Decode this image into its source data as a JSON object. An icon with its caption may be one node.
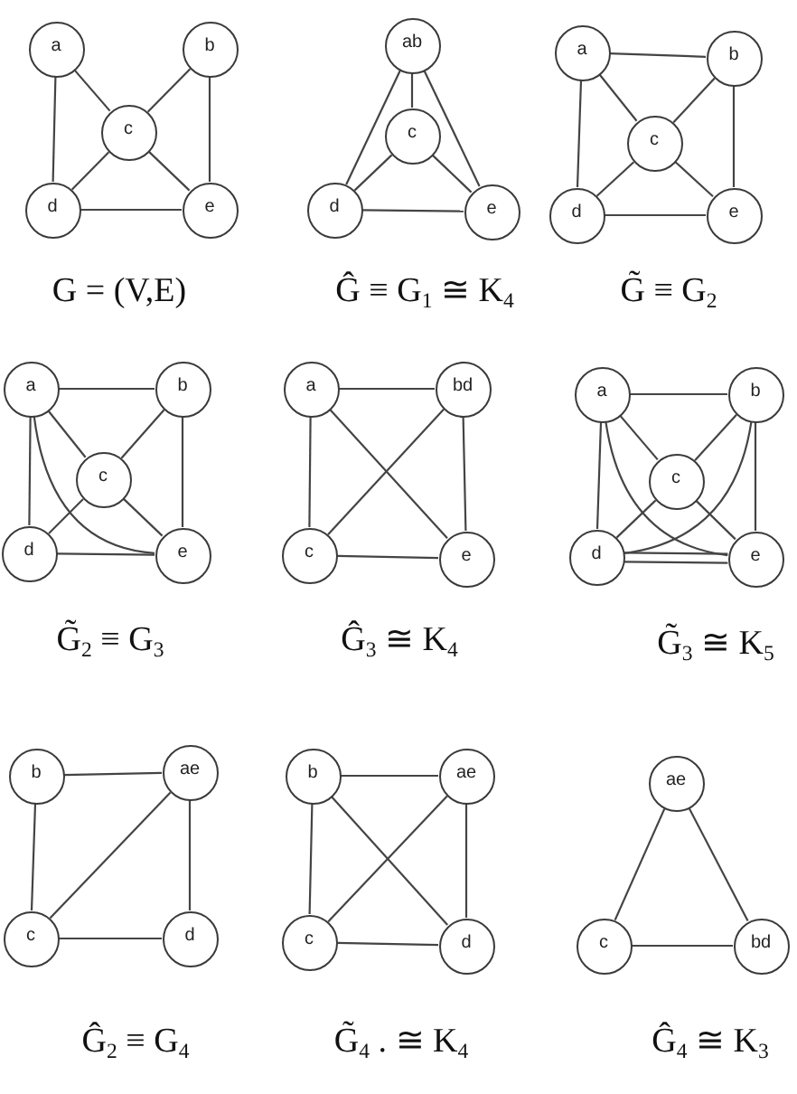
{
  "diagram": {
    "nodes": [
      {
        "text": [
          "a"
        ]
      },
      {
        "text": [
          "b"
        ]
      },
      {
        "text": [
          "c"
        ]
      },
      {
        "text": [
          "d"
        ]
      },
      {
        "text": [
          "e"
        ]
      },
      {
        "text": [
          "ab"
        ]
      },
      {
        "text": [
          "c"
        ]
      },
      {
        "text": [
          "d"
        ]
      },
      {
        "text": [
          "e"
        ]
      },
      {
        "text": [
          "a"
        ]
      },
      {
        "text": [
          "b"
        ]
      },
      {
        "text": [
          "c"
        ]
      },
      {
        "text": [
          "d"
        ]
      },
      {
        "text": [
          "e"
        ]
      },
      {
        "text": [
          "a"
        ]
      },
      {
        "text": [
          "b"
        ]
      },
      {
        "text": [
          "c"
        ]
      },
      {
        "text": [
          "d"
        ]
      },
      {
        "text": [
          "e"
        ]
      },
      {
        "text": [
          "a"
        ]
      },
      {
        "text": [
          "bd"
        ]
      },
      {
        "text": [
          "c"
        ]
      },
      {
        "text": [
          "e"
        ]
      },
      {
        "text": [
          "a"
        ]
      },
      {
        "text": [
          "b"
        ]
      },
      {
        "text": [
          "c"
        ]
      },
      {
        "text": [
          "d"
        ]
      },
      {
        "text": [
          "e"
        ]
      },
      {
        "text": [
          "b"
        ]
      },
      {
        "text": [
          "ae"
        ]
      },
      {
        "text": [
          "c"
        ]
      },
      {
        "text": [
          "d"
        ]
      },
      {
        "text": [
          "b"
        ]
      },
      {
        "text": [
          "ae"
        ]
      },
      {
        "text": [
          "c"
        ]
      },
      {
        "text": [
          "d"
        ]
      },
      {
        "text": [
          "ae"
        ]
      },
      {
        "text": [
          "c"
        ]
      },
      {
        "text": [
          "bd"
        ]
      }
    ],
    "edges": [
      {
        "from": 0,
        "to": 3,
        "arrow": "none"
      },
      {
        "from": 0,
        "to": 2,
        "arrow": "none"
      },
      {
        "from": 1,
        "to": 2,
        "arrow": "none"
      },
      {
        "from": 1,
        "to": 4,
        "arrow": "none"
      },
      {
        "from": 2,
        "to": 3,
        "arrow": "none"
      },
      {
        "from": 2,
        "to": 4,
        "arrow": "none"
      },
      {
        "from": 3,
        "to": 4,
        "arrow": "none"
      },
      {
        "from": 5,
        "to": 7,
        "arrow": "none"
      },
      {
        "from": 5,
        "to": 6,
        "arrow": "none"
      },
      {
        "from": 5,
        "to": 8,
        "arrow": "none"
      },
      {
        "from": 6,
        "to": 7,
        "arrow": "none"
      },
      {
        "from": 6,
        "to": 8,
        "arrow": "none"
      },
      {
        "from": 7,
        "to": 8,
        "arrow": "none"
      },
      {
        "from": 9,
        "to": 10,
        "arrow": "none"
      },
      {
        "from": 9,
        "to": 12,
        "arrow": "none"
      },
      {
        "from": 9,
        "to": 11,
        "arrow": "none"
      },
      {
        "from": 10,
        "to": 11,
        "arrow": "none"
      },
      {
        "from": 10,
        "to": 13,
        "arrow": "none"
      },
      {
        "from": 11,
        "to": 12,
        "arrow": "none"
      },
      {
        "from": 11,
        "to": 13,
        "arrow": "none"
      },
      {
        "from": 12,
        "to": 13,
        "arrow": "none"
      },
      {
        "from": 14,
        "to": 15,
        "arrow": "none"
      },
      {
        "from": 14,
        "to": 17,
        "arrow": "none"
      },
      {
        "from": 14,
        "to": 16,
        "arrow": "none"
      },
      {
        "from": 14,
        "to": 18,
        "arrow": "none"
      },
      {
        "from": 15,
        "to": 16,
        "arrow": "none"
      },
      {
        "from": 15,
        "to": 18,
        "arrow": "none"
      },
      {
        "from": 16,
        "to": 17,
        "arrow": "none"
      },
      {
        "from": 16,
        "to": 18,
        "arrow": "none"
      },
      {
        "from": 17,
        "to": 18,
        "arrow": "none"
      },
      {
        "from": 19,
        "to": 20,
        "arrow": "none"
      },
      {
        "from": 19,
        "to": 21,
        "arrow": "none"
      },
      {
        "from": 19,
        "to": 22,
        "arrow": "none"
      },
      {
        "from": 20,
        "to": 21,
        "arrow": "none"
      },
      {
        "from": 20,
        "to": 22,
        "arrow": "none"
      },
      {
        "from": 21,
        "to": 22,
        "arrow": "none"
      },
      {
        "from": 23,
        "to": 24,
        "arrow": "none"
      },
      {
        "from": 23,
        "to": 26,
        "arrow": "none"
      },
      {
        "from": 23,
        "to": 25,
        "arrow": "none"
      },
      {
        "from": 23,
        "to": 27,
        "arrow": "none"
      },
      {
        "from": 24,
        "to": 25,
        "arrow": "none"
      },
      {
        "from": 24,
        "to": 27,
        "arrow": "none"
      },
      {
        "from": 24,
        "to": 26,
        "arrow": "none"
      },
      {
        "from": 25,
        "to": 26,
        "arrow": "none"
      },
      {
        "from": 25,
        "to": 27,
        "arrow": "none"
      },
      {
        "from": 26,
        "to": 27,
        "arrow": "none"
      },
      {
        "from": 26,
        "to": 27,
        "arrow": "none"
      },
      {
        "from": 28,
        "to": 29,
        "arrow": "none"
      },
      {
        "from": 28,
        "to": 30,
        "arrow": "none"
      },
      {
        "from": 29,
        "to": 30,
        "arrow": "none"
      },
      {
        "from": 29,
        "to": 31,
        "arrow": "none"
      },
      {
        "from": 30,
        "to": 31,
        "arrow": "none"
      },
      {
        "from": 32,
        "to": 33,
        "arrow": "none"
      },
      {
        "from": 32,
        "to": 34,
        "arrow": "none"
      },
      {
        "from": 32,
        "to": 35,
        "arrow": "none"
      },
      {
        "from": 33,
        "to": 34,
        "arrow": "none"
      },
      {
        "from": 33,
        "to": 35,
        "arrow": "none"
      },
      {
        "from": 34,
        "to": 35,
        "arrow": "none"
      },
      {
        "from": 36,
        "to": 37,
        "arrow": "none"
      },
      {
        "from": 36,
        "to": 38,
        "arrow": "none"
      },
      {
        "from": 37,
        "to": 38,
        "arrow": "none"
      }
    ],
    "labels": [
      "G = (V,E)",
      "Ĝ ≡ G$_{1}$ ≅ K$_{4}$",
      "G̃ ≡ G$_{2}$",
      "G̃$_{2}$ ≡ G$_{3}$",
      "Ĝ$_{3}$ ≅ K$_{4}$",
      "G̃$_{3}$ ≅ K$_{5}$",
      "Ĝ$_{2}$ ≡ G$_{4}$",
      "G̃$_{4}$ . ≅ K$_{4}$",
      "Ĝ$_{4}$ ≅ K$_{3}$"
    ]
  }
}
